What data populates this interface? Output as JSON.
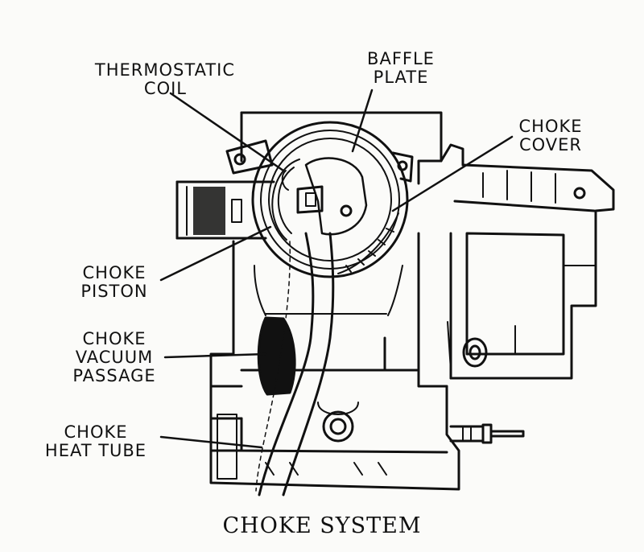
{
  "labels": {
    "thermostatic_coil": {
      "line1": "THERMOSTATIC",
      "line2": "COIL"
    },
    "baffle_plate": {
      "line1": "BAFFLE",
      "line2": "PLATE"
    },
    "choke_cover": {
      "line1": "CHOKE",
      "line2": "COVER"
    },
    "choke_piston": {
      "line1": "CHOKE",
      "line2": "PISTON"
    },
    "choke_vacuum_passage": {
      "line1": "CHOKE",
      "line2": "VACUUM",
      "line3": "PASSAGE"
    },
    "choke_heat_tube": {
      "line1": "CHOKE",
      "line2": "HEAT TUBE"
    }
  },
  "caption": "CHOKE SYSTEM",
  "colors": {
    "ink": "#111111",
    "paper": "#fbfbf9"
  }
}
